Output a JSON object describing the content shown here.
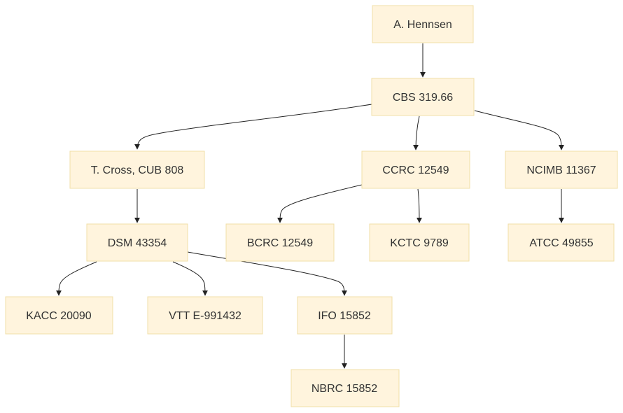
{
  "diagram": {
    "type": "lineage-tree",
    "colors": {
      "node_fill": "#fff4dd",
      "node_border": "#f0dfa8",
      "edge": "#222222",
      "text": "#333333"
    },
    "nodes": {
      "hennsen": "A. Hennsen",
      "cbs": "CBS 319.66",
      "cross": "T. Cross, CUB 808",
      "ccrc": "CCRC 12549",
      "ncimb": "NCIMB 11367",
      "dsm": "DSM 43354",
      "bcrc": "BCRC 12549",
      "kctc": "KCTC 9789",
      "atcc": "ATCC 49855",
      "kacc": "KACC 20090",
      "vtt": "VTT E-991432",
      "ifo": "IFO 15852",
      "nbrc": "NBRC 15852"
    },
    "edges": [
      {
        "from": "hennsen",
        "to": "cbs"
      },
      {
        "from": "cbs",
        "to": "cross"
      },
      {
        "from": "cbs",
        "to": "ccrc"
      },
      {
        "from": "cbs",
        "to": "ncimb"
      },
      {
        "from": "cross",
        "to": "dsm"
      },
      {
        "from": "ccrc",
        "to": "bcrc"
      },
      {
        "from": "ccrc",
        "to": "kctc"
      },
      {
        "from": "ncimb",
        "to": "atcc"
      },
      {
        "from": "dsm",
        "to": "kacc"
      },
      {
        "from": "dsm",
        "to": "vtt"
      },
      {
        "from": "dsm",
        "to": "ifo"
      },
      {
        "from": "ifo",
        "to": "nbrc"
      }
    ]
  }
}
